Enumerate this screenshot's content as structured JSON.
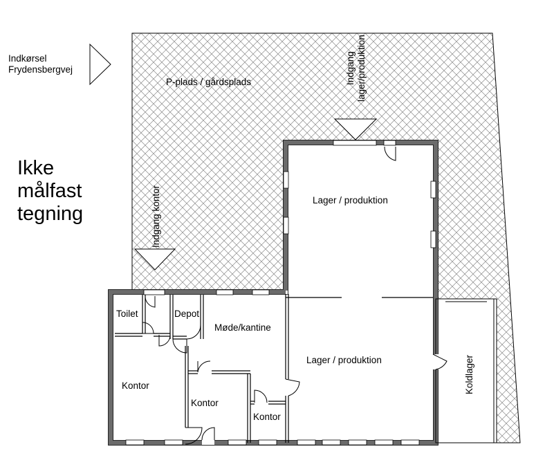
{
  "labels": {
    "entrance_drive_line1": "Indkørsel",
    "entrance_drive_line2": "Frydensbergvej",
    "parking": "P-plads / gårdsplads",
    "entrance_warehouse_line1": "Indgang",
    "entrance_warehouse_line2": "lager/produktion",
    "entrance_office": "Indgang kontor",
    "not_to_scale_line1": "Ikke",
    "not_to_scale_line2": "målfast",
    "not_to_scale_line3": "tegning"
  },
  "rooms": {
    "warehouse_top": "Lager / produktion",
    "warehouse_bottom": "Lager / produktion",
    "toilet": "Toilet",
    "depot": "Depot",
    "meeting_canteen": "Møde/kantine",
    "office_left": "Kontor",
    "office_middle": "Kontor",
    "office_small": "Kontor",
    "cold_storage": "Koldlager"
  },
  "colors": {
    "wall": "#6b6b6b",
    "hatch": "#8a8a8a",
    "line": "#000000",
    "background": "#ffffff"
  }
}
